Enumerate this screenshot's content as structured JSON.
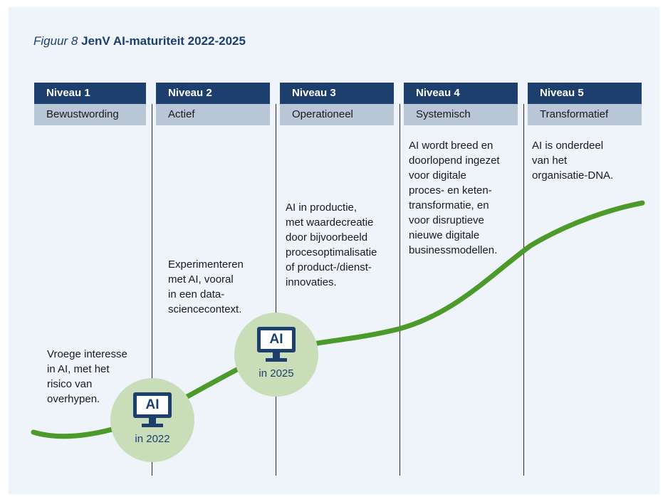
{
  "figure": {
    "prefix": "Figuur 8",
    "title": "JenV AI-maturiteit 2022-2025"
  },
  "levels": [
    {
      "head": "Niveau 1",
      "name": "Bewustwording",
      "description": [
        "Vroege interesse",
        "in AI, met het",
        "risico van",
        "overhypen."
      ]
    },
    {
      "head": "Niveau 2",
      "name": "Actief",
      "description": [
        "Experimenteren",
        "met AI, vooral",
        "in een data-",
        "sciencecontext."
      ]
    },
    {
      "head": "Niveau 3",
      "name": "Operationeel",
      "description": [
        "AI in productie,",
        "met waardecreatie",
        "door bijvoorbeeld",
        "procesoptimalisatie",
        "of product-/dienst-",
        "innovaties."
      ]
    },
    {
      "head": "Niveau 4",
      "name": "Systemisch",
      "description": [
        "AI wordt breed en",
        "doorlopend ingezet",
        "voor digitale",
        "proces- en keten-",
        "transformatie, en",
        "voor disruptieve",
        "nieuwe digitale",
        "businessmodellen."
      ]
    },
    {
      "head": "Niveau 5",
      "name": "Transformatief",
      "description": [
        "AI is onderdeel",
        "van het",
        "organisatie-DNA."
      ]
    }
  ],
  "markers": [
    {
      "icon": "ai-monitor-icon",
      "icon_text": "AI",
      "label": "in 2022"
    },
    {
      "icon": "ai-monitor-icon",
      "icon_text": "AI",
      "label": "in 2025"
    }
  ],
  "colors": {
    "background": "#eef4fa",
    "header": "#1c3f6e",
    "subheader": "#b9c6d6",
    "curve": "#4c9a2a",
    "marker": "#c8ddb8"
  }
}
